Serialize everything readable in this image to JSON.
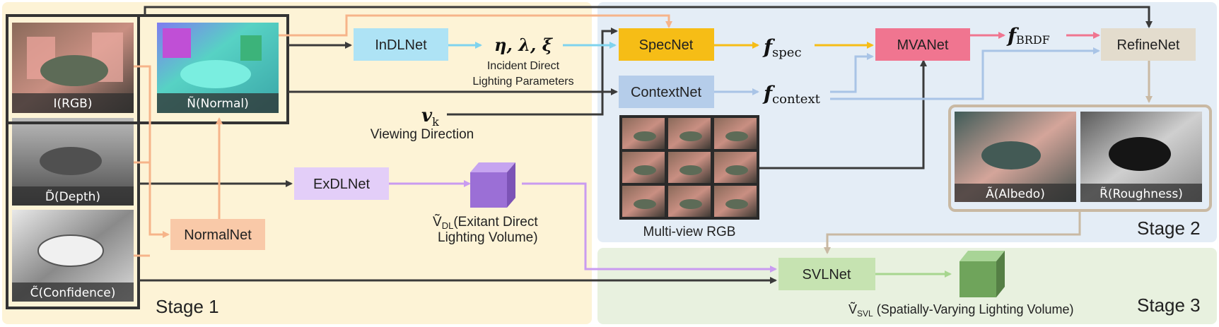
{
  "stages": {
    "stage1": "Stage 1",
    "stage2": "Stage 2",
    "stage3": "Stage 3"
  },
  "inputs": {
    "rgb": "I(RGB)",
    "normal": "Ñ(Normal)",
    "depth": "D̃(Depth)",
    "confidence": "C̃(Confidence)"
  },
  "nodes": {
    "indlnet": "InDLNet",
    "exdlnet": "ExDLNet",
    "normalnet": "NormalNet",
    "specnet": "SpecNet",
    "contextnet": "ContextNet",
    "mvanet": "MVANet",
    "refinenet": "RefineNet",
    "svlnet": "SVLNet"
  },
  "labels": {
    "incident_params_symbols": "η, λ, ξ",
    "incident_params_line1": "Incident Direct",
    "incident_params_line2": "Lighting Parameters",
    "viewing_symbol": "v",
    "viewing_symbol_sub": "k",
    "viewing_text": "Viewing Direction",
    "f_spec": "f",
    "f_spec_sub": "spec",
    "f_context": "f",
    "f_context_sub": "context",
    "f_brdf": "f",
    "f_brdf_sub": "BRDF",
    "vdl_prefix": "Ṽ",
    "vdl_sub": "DL",
    "vdl_line1": "(Exitant Direct",
    "vdl_line2": "Lighting Volume)",
    "vsvl_prefix": "Ṽ",
    "vsvl_sub": "SVL",
    "vsvl_text": " (Spatially-Varying Lighting Volume)",
    "multiview": "Multi-view RGB",
    "albedo": "Ã(Albedo)",
    "roughness": "R̃(Roughness)"
  },
  "colors": {
    "stage1_bg": "#fdf3d6",
    "stage2_bg": "#e4edf6",
    "stage3_bg": "#e8f1df",
    "indlnet": "#aee3f5",
    "exdlnet": "#e3cef8",
    "normalnet": "#f9c9a8",
    "specnet": "#f6bd16",
    "contextnet": "#b5cdea",
    "mvanet": "#f07590",
    "refinenet": "#e3dccd",
    "svlnet": "#c6e3b1",
    "arrow_dark": "#3a3a3a",
    "arrow_orange": "#f6b48a",
    "arrow_blue": "#7fd3ee",
    "arrow_yellow": "#f6bd16",
    "arrow_lightblue": "#a9c4e6",
    "arrow_pink": "#f07590",
    "arrow_tan": "#c9b9a3",
    "arrow_purple": "#c99bf0",
    "arrow_green": "#a7d68f"
  }
}
